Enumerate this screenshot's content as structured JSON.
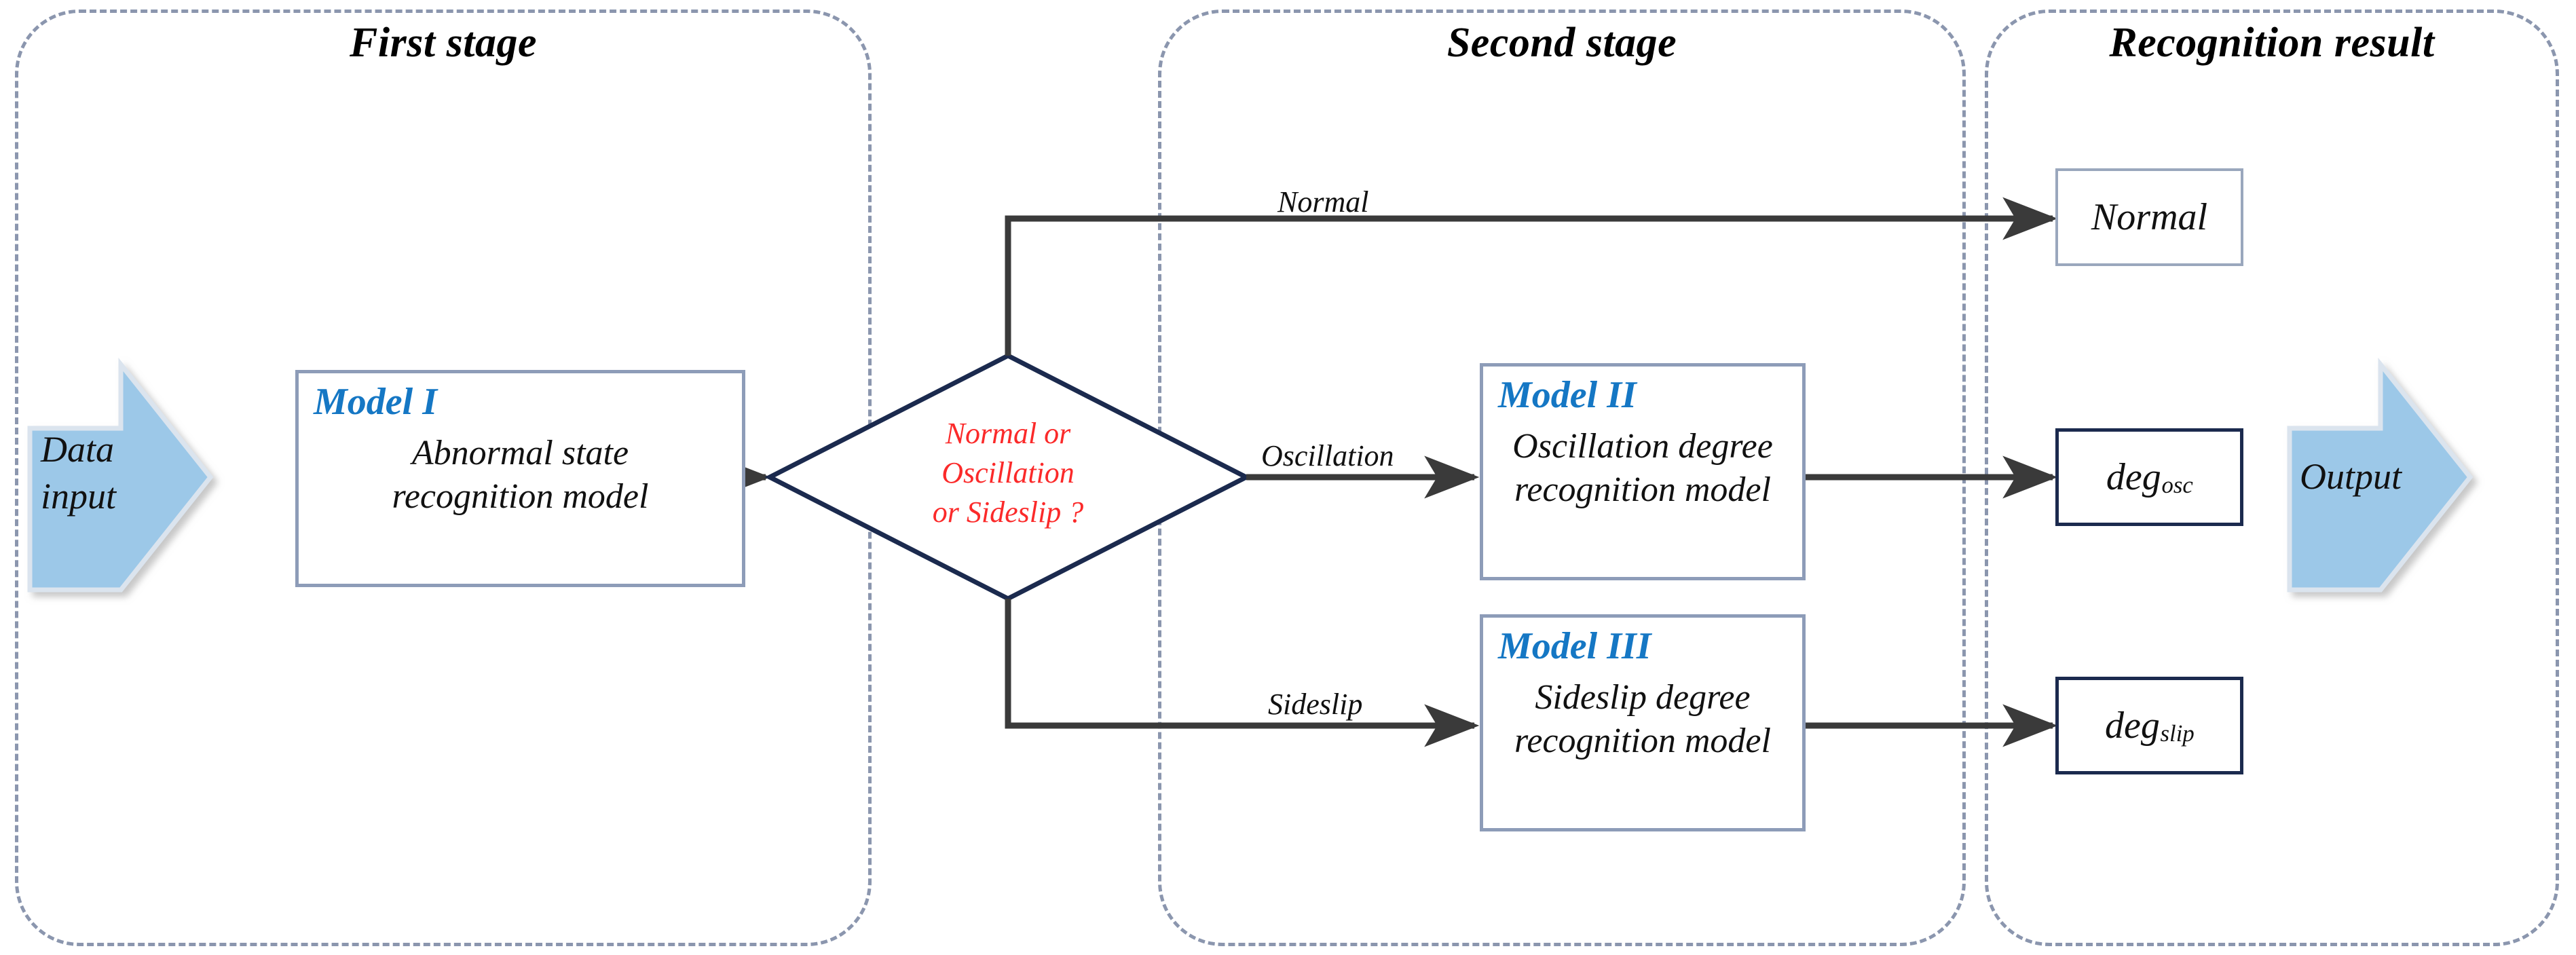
{
  "diagram": {
    "title": "Two-stage abnormal state recognition flowchart",
    "colors": {
      "container_border": "#8b96ae",
      "model_title": "#1577c4",
      "model_border": "#8d9cb8",
      "decision_border": "#1b2a4e",
      "decision_text": "#fb2a2a",
      "result_border_light": "#9aa7bd",
      "result_border_dark": "#1b2a4e",
      "block_arrow_fill": "#9cc8e8",
      "connector": "#3a3a3a",
      "background": "#ffffff"
    }
  },
  "stages": [
    {
      "id": "first",
      "title": "First stage"
    },
    {
      "id": "second",
      "title": "Second stage"
    },
    {
      "id": "result",
      "title": "Recognition result"
    }
  ],
  "block_arrows": {
    "input": {
      "line1": "Data",
      "line2": "input"
    },
    "output": {
      "line1": "Output"
    }
  },
  "models": {
    "model1": {
      "title": "Model I",
      "desc_line1": "Abnormal state",
      "desc_line2": "recognition model"
    },
    "model2": {
      "title": "Model II",
      "desc_line1": "Oscillation degree",
      "desc_line2": "recognition model"
    },
    "model3": {
      "title": "Model III",
      "desc_line1": "Sideslip degree",
      "desc_line2": "recognition model"
    }
  },
  "decision": {
    "line1": "Normal or",
    "line2": "Oscillation",
    "line3": "or Sideslip ?"
  },
  "edge_labels": {
    "normal": "Normal",
    "oscillation": "Oscillation",
    "sideslip": "Sideslip"
  },
  "results": {
    "normal": {
      "base": "Normal",
      "sub": ""
    },
    "osc": {
      "base": "deg",
      "sub": "osc"
    },
    "slip": {
      "base": "deg",
      "sub": "slip"
    }
  }
}
